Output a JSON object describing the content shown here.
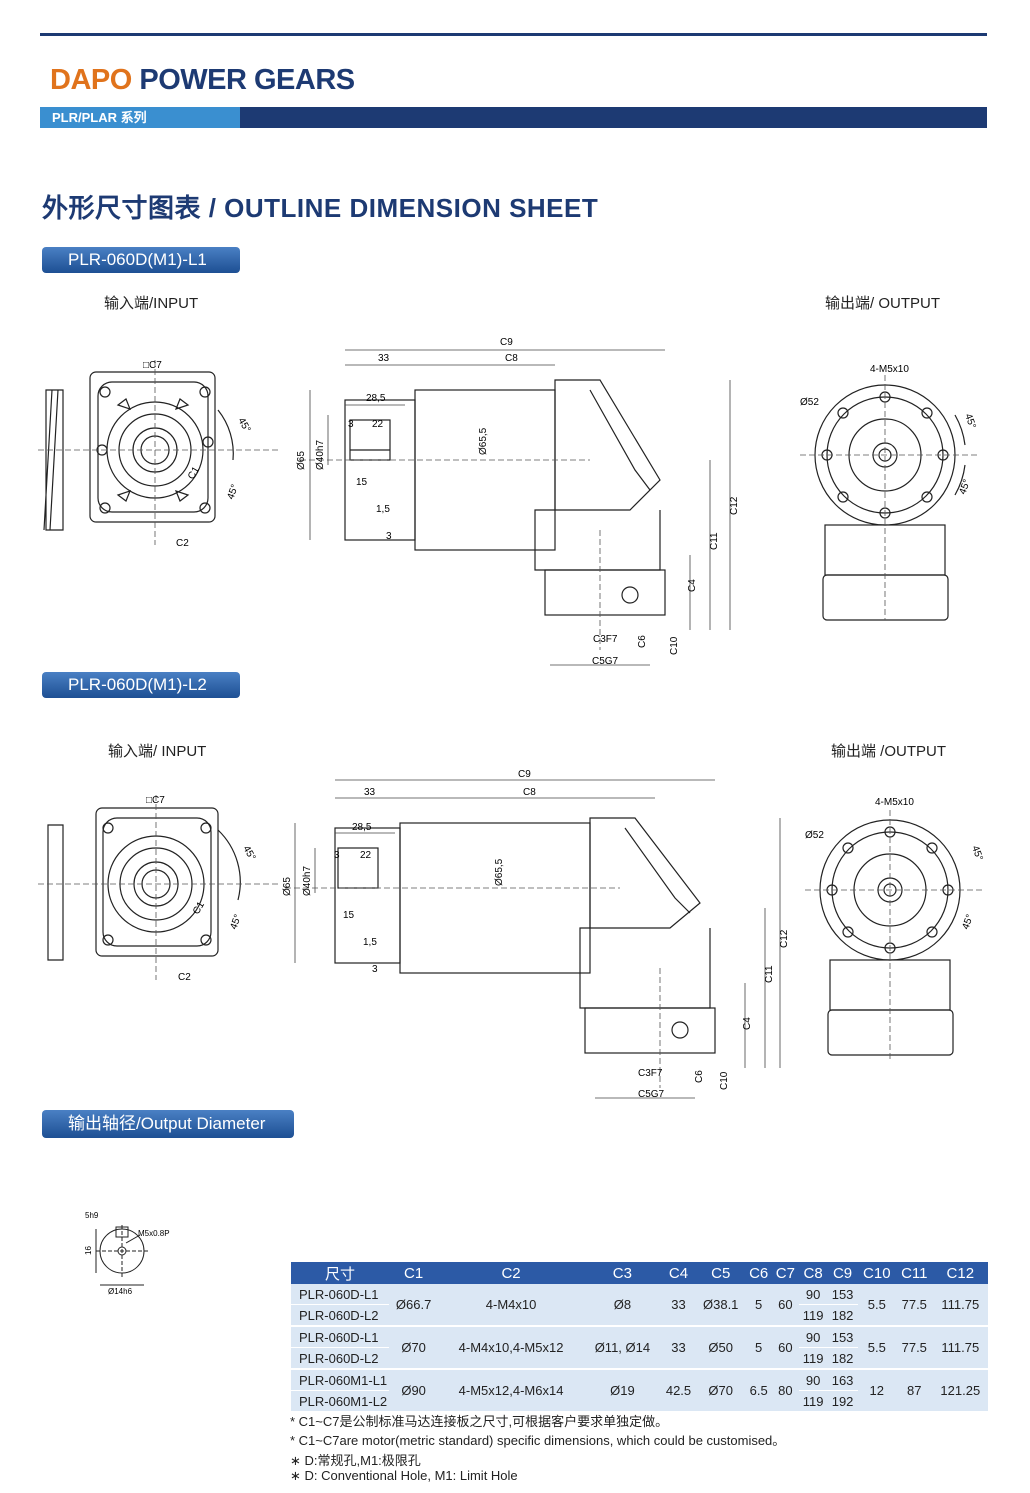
{
  "header": {
    "brand_part1": "DAPO",
    "brand_part2": "POWER GEARS",
    "series_label": "PLR/PLAR 系列",
    "colors": {
      "brand_orange": "#e0731c",
      "brand_navy": "#1d3a73",
      "accent_blue": "#3a8fd0"
    }
  },
  "section": {
    "title": "外形尺寸图表 / OUTLINE DIMENSION SHEET"
  },
  "model1": {
    "name": "PLR-060D(M1)-L1",
    "input_label": "输入端/INPUT",
    "output_label": "输出端/ OUTPUT"
  },
  "model2": {
    "name": "PLR-060D(M1)-L2",
    "input_label": "输入端/ INPUT",
    "output_label": "输出端 /OUTPUT"
  },
  "dims": {
    "c1": "C1",
    "c2": "C2",
    "c3": "C3F7",
    "c4": "C4",
    "c5": "C5G7",
    "c6": "C6",
    "c7": "□C7",
    "c8": "C8",
    "c9": "C9",
    "c10": "C10",
    "c11": "C11",
    "c12": "C12",
    "d33": "33",
    "d28_5": "28,5",
    "d3": "3",
    "d22": "22",
    "d15": "15",
    "d1_5": "1,5",
    "phi65": "Ø65",
    "phi40": "Ø40h7",
    "phi65_5": "Ø65,5",
    "phi52": "Ø52",
    "m5x10": "4-M5x10",
    "deg45": "45°"
  },
  "output_diameter": {
    "title": "输出轴径/Output Diameter",
    "key": "5h9",
    "height": "16",
    "thread": "M5x0.8P",
    "diameter": "Ø14h6"
  },
  "table": {
    "headers": [
      "尺寸",
      "C1",
      "C2",
      "C3",
      "C4",
      "C5",
      "C6",
      "C7",
      "C8",
      "C9",
      "C10",
      "C11",
      "C12"
    ],
    "groups": [
      {
        "models": [
          "PLR-060D-L1",
          "PLR-060D-L2"
        ],
        "c1": "Ø66.7",
        "c2": "4-M4x10",
        "c3": "Ø8",
        "c4": "33",
        "c5": "Ø38.1",
        "c6": "5",
        "c7": "60",
        "c8": [
          "90",
          "119"
        ],
        "c9": [
          "153",
          "182"
        ],
        "c10": "5.5",
        "c11": "77.5",
        "c12": "111.75"
      },
      {
        "models": [
          "PLR-060D-L1",
          "PLR-060D-L2"
        ],
        "c1": "Ø70",
        "c2": "4-M4x10,4-M5x12",
        "c3": "Ø11, Ø14",
        "c4": "33",
        "c5": "Ø50",
        "c6": "5",
        "c7": "60",
        "c8": [
          "90",
          "119"
        ],
        "c9": [
          "153",
          "182"
        ],
        "c10": "5.5",
        "c11": "77.5",
        "c12": "111.75"
      },
      {
        "models": [
          "PLR-060M1-L1",
          "PLR-060M1-L2"
        ],
        "c1": "Ø90",
        "c2": "4-M5x12,4-M6x14",
        "c3": "Ø19",
        "c4": "42.5",
        "c5": "Ø70",
        "c6": "6.5",
        "c7": "80",
        "c8": [
          "90",
          "119"
        ],
        "c9": [
          "163",
          "192"
        ],
        "c10": "12",
        "c11": "87",
        "c12": "121.25"
      }
    ]
  },
  "notes": [
    "* C1~C7是公制标准马达连接板之尺寸,可根据客户要求单独定做。",
    "* C1~C7are motor(metric standard)  specific dimensions, which could be customised。",
    "∗ D:常规孔,M1:极限孔",
    "∗ D: Conventional Hole, M1: Limit Hole"
  ]
}
